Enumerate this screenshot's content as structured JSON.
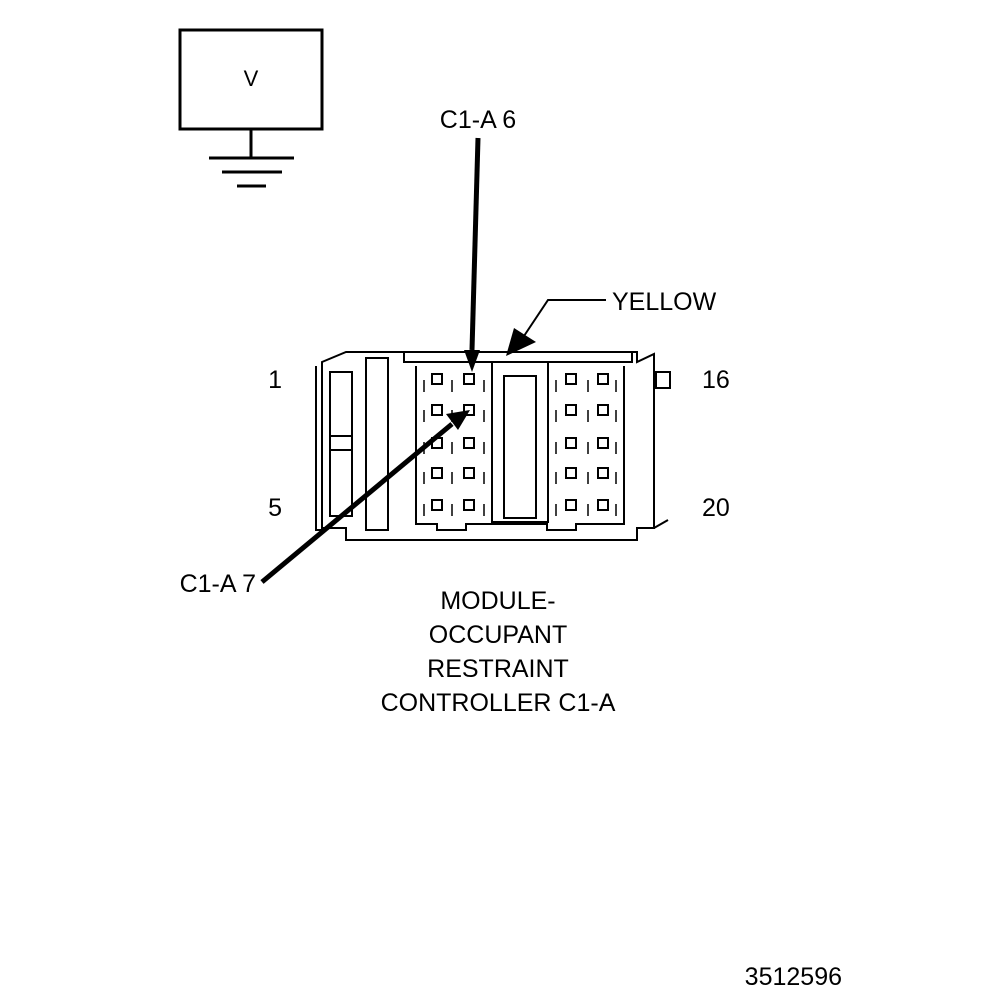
{
  "meter": {
    "label": "V"
  },
  "callouts": {
    "pin_6": "C1-A 6",
    "pin_7": "C1-A 7",
    "color": "YELLOW"
  },
  "pin_numbers": {
    "top_left": "1",
    "bottom_left": "5",
    "top_right": "16",
    "bottom_right": "20"
  },
  "connector": {
    "title_lines": [
      "MODULE-",
      "OCCUPANT",
      "RESTRAINT",
      "CONTROLLER C1-A"
    ]
  },
  "figure_id": "3512596"
}
